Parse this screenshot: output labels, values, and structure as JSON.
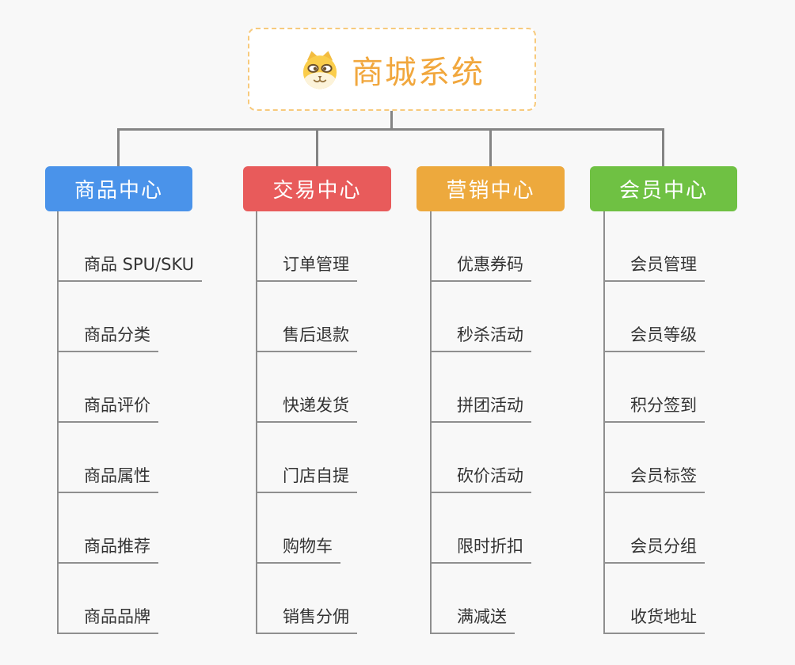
{
  "root": {
    "title": "商城系统",
    "icon": "dog-icon",
    "title_color": "#F1A73D",
    "border_color": "#F7CA7D"
  },
  "branches": [
    {
      "label": "商品中心",
      "color": "#4A93EA",
      "children": [
        "商品 SPU/SKU",
        "商品分类",
        "商品评价",
        "商品属性",
        "商品推荐",
        "商品品牌"
      ]
    },
    {
      "label": "交易中心",
      "color": "#E85B5B",
      "children": [
        "订单管理",
        "售后退款",
        "快递发货",
        "门店自提",
        "购物车",
        "销售分佣"
      ]
    },
    {
      "label": "营销中心",
      "color": "#EDA93D",
      "children": [
        "优惠券码",
        "秒杀活动",
        "拼团活动",
        "砍价活动",
        "限时折扣",
        "满减送"
      ]
    },
    {
      "label": "会员中心",
      "color": "#6FC143",
      "children": [
        "会员管理",
        "会员等级",
        "积分签到",
        "会员标签",
        "会员分组",
        "收货地址"
      ]
    }
  ],
  "colors": {
    "background": "#F8F8F8",
    "connector_line": "#848484",
    "child_underline": "#8F8F8F",
    "child_text": "#333333"
  }
}
